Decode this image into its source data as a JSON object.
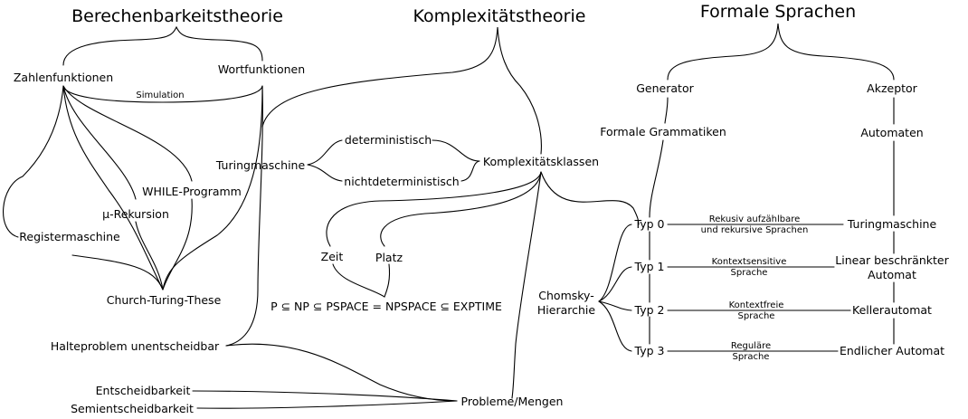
{
  "headings": {
    "computability": "Berechenbarkeitstheorie",
    "complexity": "Komplexitätstheorie",
    "languages": "Formale Sprachen"
  },
  "computability": {
    "number_functions": "Zahlenfunktionen",
    "word_functions": "Wortfunktionen",
    "simulation": "Simulation",
    "register_machine": "Registermaschine",
    "mu_recursion": "μ-Rekursion",
    "while_program": "WHILE-Programm",
    "church_turing": "Church-Turing-These",
    "halting_problem": "Halteproblem unentscheidbar",
    "decidability": "Entscheidbarkeit",
    "semidecidability": "Semientscheidbarkeit"
  },
  "complexity": {
    "turing_machine": "Turingmaschine",
    "deterministic": "deterministisch",
    "nondeterministic": "nichtdeterministisch",
    "complexity_classes": "Komplexitätsklassen",
    "time": "Zeit",
    "space": "Platz",
    "class_chain": "P ⊆ NP ⊆ PSPACE = NPSPACE ⊆ EXPTIME",
    "problems_sets": "Probleme/Mengen"
  },
  "languages": {
    "generator": "Generator",
    "acceptor": "Akzeptor",
    "formal_grammars": "Formale Grammatiken",
    "automata": "Automaten",
    "chomsky_line1": "Chomsky-",
    "chomsky_line2": "Hierarchie",
    "types": [
      {
        "label": "Typ 0",
        "lang_line1": "Rekusiv aufzählbare",
        "lang_line2": "und rekursive Sprachen",
        "machine_line1": "Turingmaschine",
        "machine_line2": ""
      },
      {
        "label": "Typ 1",
        "lang_line1": "Kontextsensitive",
        "lang_line2": "Sprache",
        "machine_line1": "Linear beschränkter",
        "machine_line2": "Automat"
      },
      {
        "label": "Typ 2",
        "lang_line1": "Kontextfreie",
        "lang_line2": "Sprache",
        "machine_line1": "Kellerautomat",
        "machine_line2": ""
      },
      {
        "label": "Typ 3",
        "lang_line1": "Reguläre",
        "lang_line2": "Sprache",
        "machine_line1": "Endlicher Automat",
        "machine_line2": ""
      }
    ]
  }
}
